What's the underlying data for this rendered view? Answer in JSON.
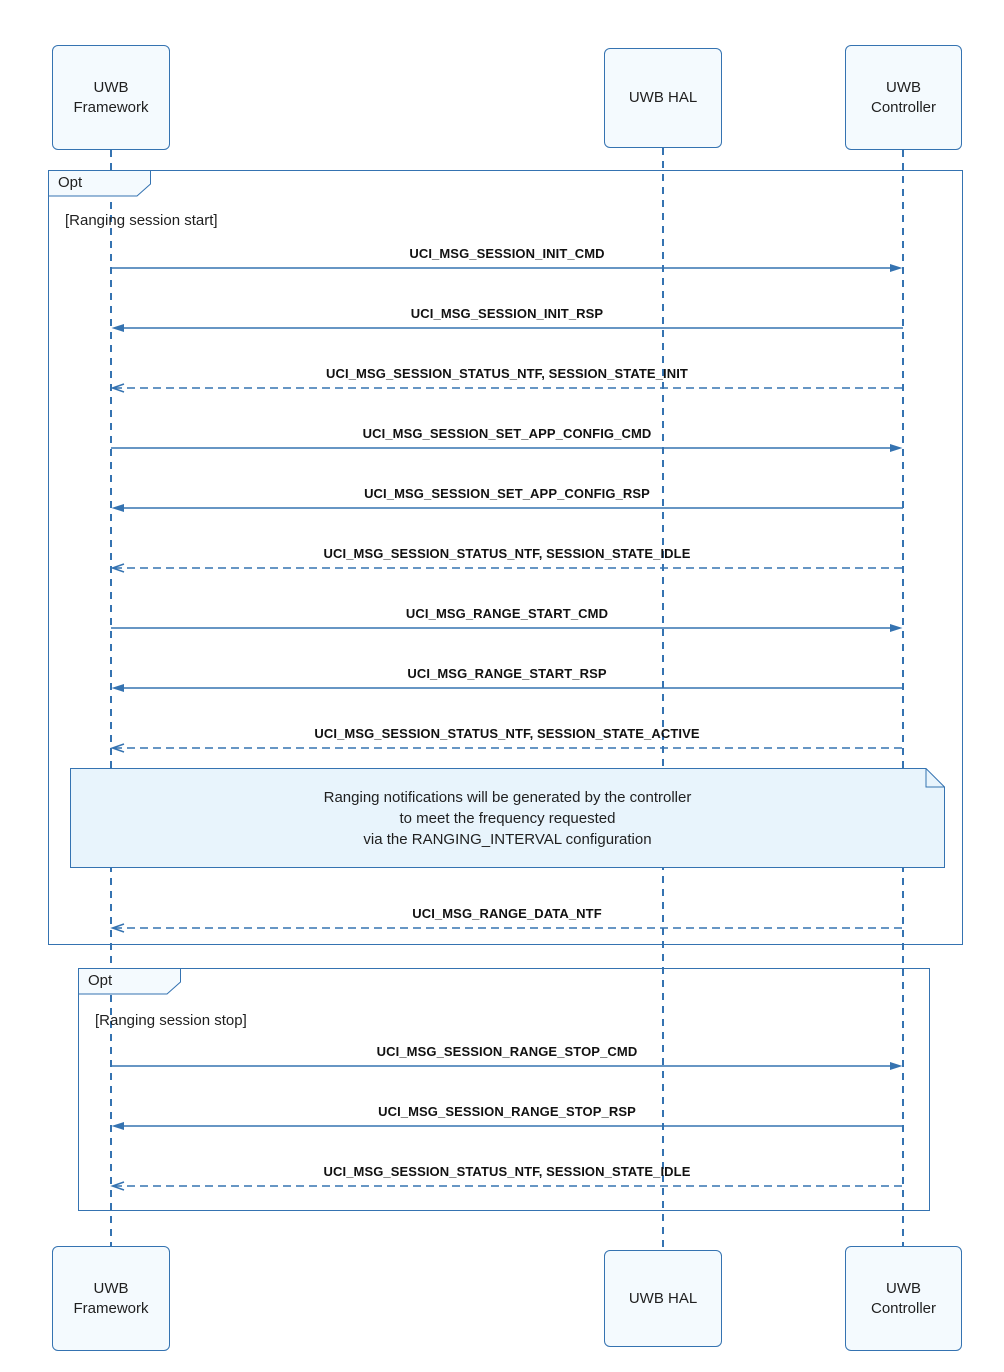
{
  "diagram": {
    "type": "uml-sequence",
    "actors": [
      {
        "id": "uwb-framework",
        "label": "UWB\nFramework"
      },
      {
        "id": "uwb-hal",
        "label": "UWB HAL"
      },
      {
        "id": "uwb-controller",
        "label": "UWB\nController"
      }
    ],
    "fragments": [
      {
        "label": "Opt",
        "guard": "[Ranging session start]",
        "messages": [
          {
            "label": "UCI_MSG_SESSION_INIT_CMD",
            "from": "uwb-framework",
            "to": "uwb-controller",
            "direction": "right",
            "style": "solid"
          },
          {
            "label": "UCI_MSG_SESSION_INIT_RSP",
            "from": "uwb-controller",
            "to": "uwb-framework",
            "direction": "left",
            "style": "solid"
          },
          {
            "label": "UCI_MSG_SESSION_STATUS_NTF, SESSION_STATE_INIT",
            "from": "uwb-controller",
            "to": "uwb-framework",
            "direction": "left",
            "style": "dashed"
          },
          {
            "label": "UCI_MSG_SESSION_SET_APP_CONFIG_CMD",
            "from": "uwb-framework",
            "to": "uwb-controller",
            "direction": "right",
            "style": "solid"
          },
          {
            "label": "UCI_MSG_SESSION_SET_APP_CONFIG_RSP",
            "from": "uwb-controller",
            "to": "uwb-framework",
            "direction": "left",
            "style": "solid"
          },
          {
            "label": "UCI_MSG_SESSION_STATUS_NTF, SESSION_STATE_IDLE",
            "from": "uwb-controller",
            "to": "uwb-framework",
            "direction": "left",
            "style": "dashed"
          },
          {
            "label": "UCI_MSG_RANGE_START_CMD",
            "from": "uwb-framework",
            "to": "uwb-controller",
            "direction": "right",
            "style": "solid"
          },
          {
            "label": "UCI_MSG_RANGE_START_RSP",
            "from": "uwb-controller",
            "to": "uwb-framework",
            "direction": "left",
            "style": "solid"
          },
          {
            "label": "UCI_MSG_SESSION_STATUS_NTF, SESSION_STATE_ACTIVE",
            "from": "uwb-controller",
            "to": "uwb-framework",
            "direction": "left",
            "style": "dashed"
          },
          {
            "label": "UCI_MSG_RANGE_DATA_NTF",
            "from": "uwb-controller",
            "to": "uwb-framework",
            "direction": "left",
            "style": "dashed"
          }
        ]
      },
      {
        "label": "Opt",
        "guard": "[Ranging session stop]",
        "messages": [
          {
            "label": "UCI_MSG_SESSION_RANGE_STOP_CMD",
            "from": "uwb-framework",
            "to": "uwb-controller",
            "direction": "right",
            "style": "solid"
          },
          {
            "label": "UCI_MSG_SESSION_RANGE_STOP_RSP",
            "from": "uwb-controller",
            "to": "uwb-framework",
            "direction": "left",
            "style": "solid"
          },
          {
            "label": "UCI_MSG_SESSION_STATUS_NTF, SESSION_STATE_IDLE",
            "from": "uwb-controller",
            "to": "uwb-framework",
            "direction": "left",
            "style": "dashed"
          }
        ]
      }
    ],
    "note": {
      "text": "Ranging notifications will be generated by the controller\nto meet the frequency requested\nvia the RANGING_INTERVAL configuration"
    },
    "colors": {
      "stroke": "#3573b1",
      "actor_fill": "#f4fafe",
      "note_fill": "#e8f4fc",
      "text": "#1f1f1f"
    }
  }
}
